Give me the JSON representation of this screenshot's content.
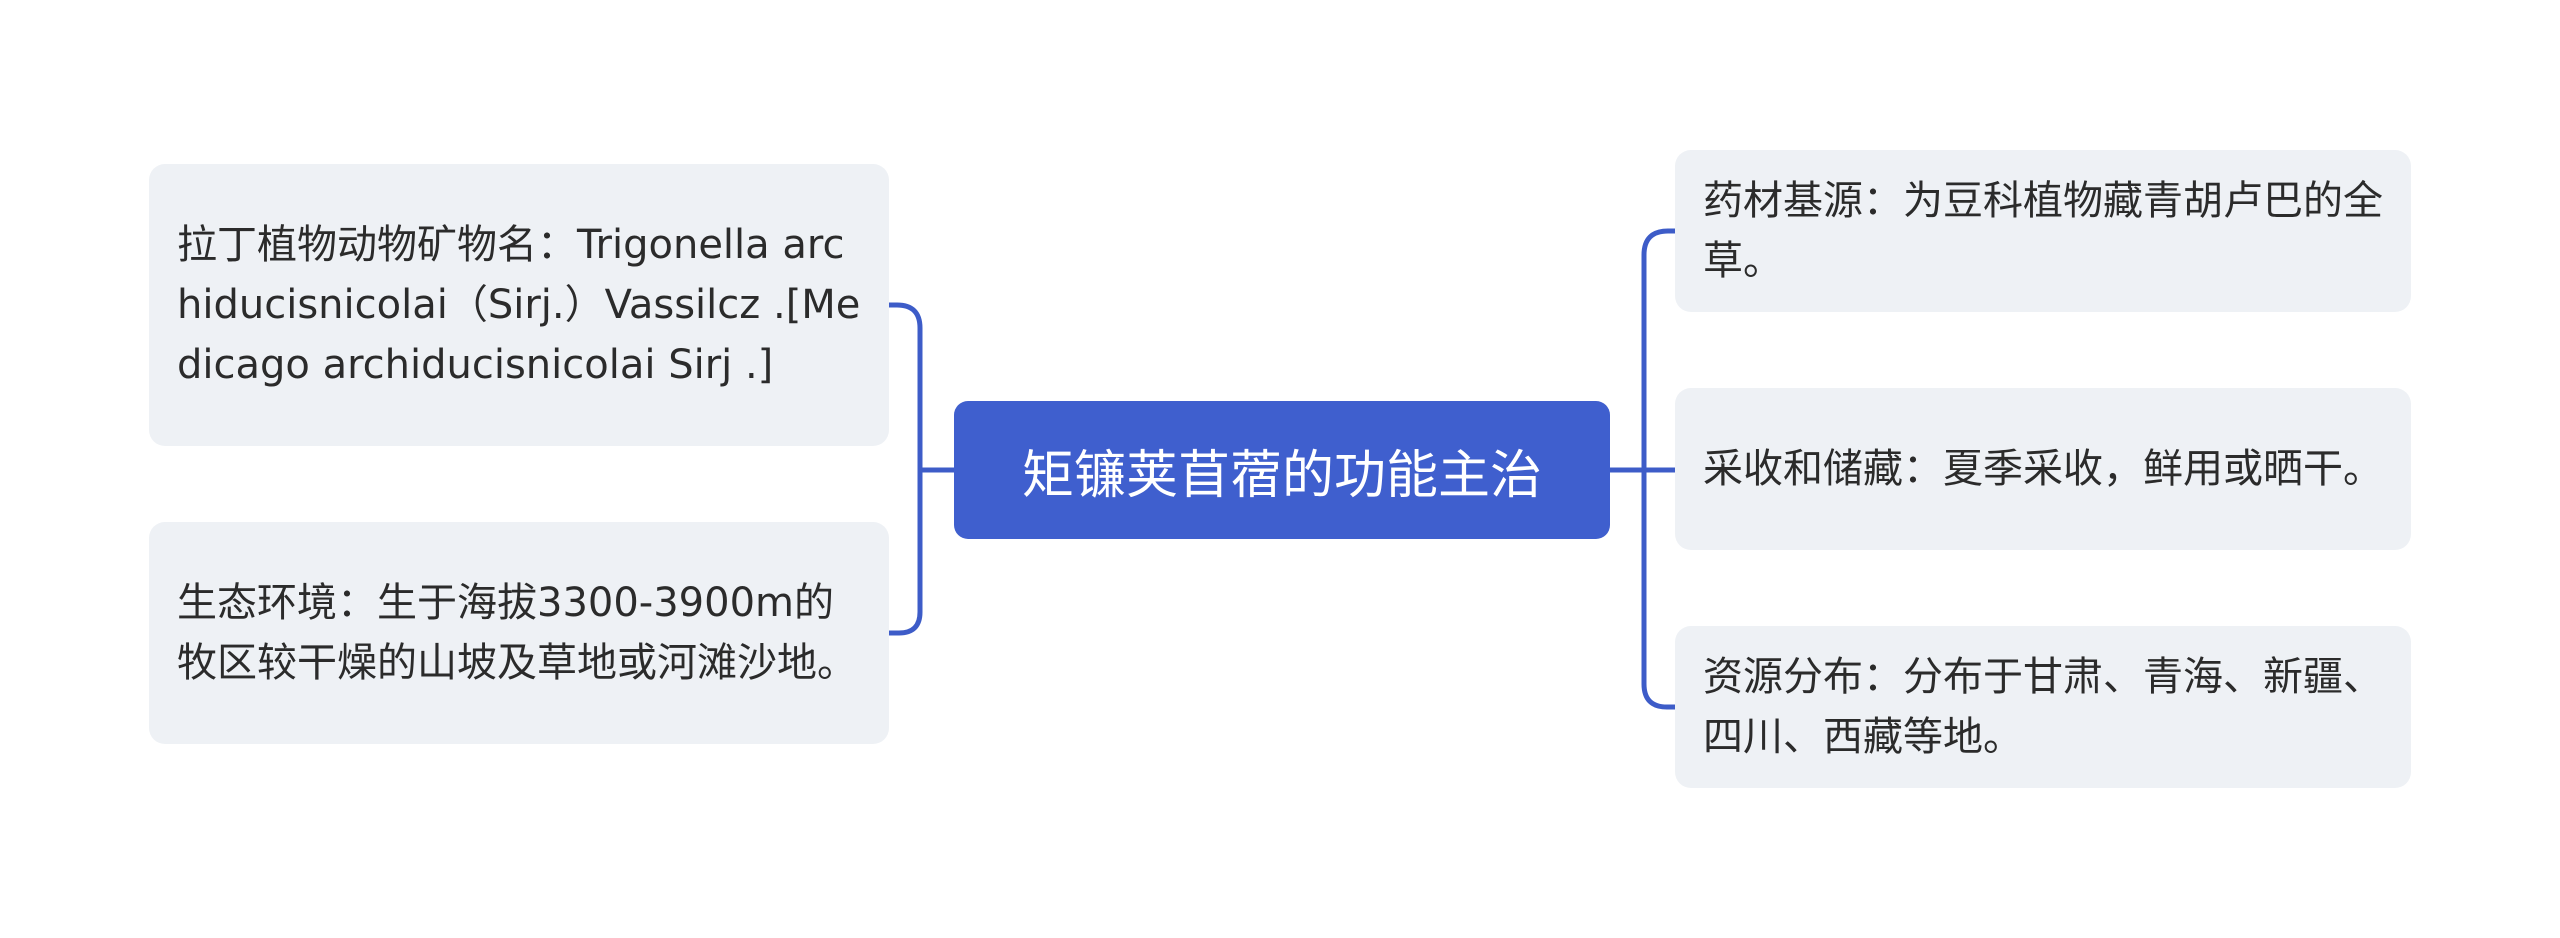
{
  "mindmap": {
    "central": "矩镰荚苜蓿的功能主治",
    "left": [
      {
        "text": "拉丁植物动物矿物名：Trigonella archiducisnicolai（Sirj.）Vassilcz .[Medicago archiducisnicolai Sirj .]"
      },
      {
        "text": "生态环境：生于海拔3300-3900m的牧区较干燥的山坡及草地或河滩沙地。"
      }
    ],
    "right": [
      {
        "text": "药材基源：为豆科植物藏青胡卢巴的全草。"
      },
      {
        "text": "采收和储藏：夏季采收，鲜用或晒干。"
      },
      {
        "text": "资源分布：分布于甘肃、青海、新疆、四川、西藏等地。"
      }
    ]
  },
  "colors": {
    "central_bg": "#3F5FCE",
    "connector": "#3D5CC8",
    "node_bg": "#EEF1F5",
    "node_text": "#2b2b2b",
    "central_text": "#ffffff"
  }
}
